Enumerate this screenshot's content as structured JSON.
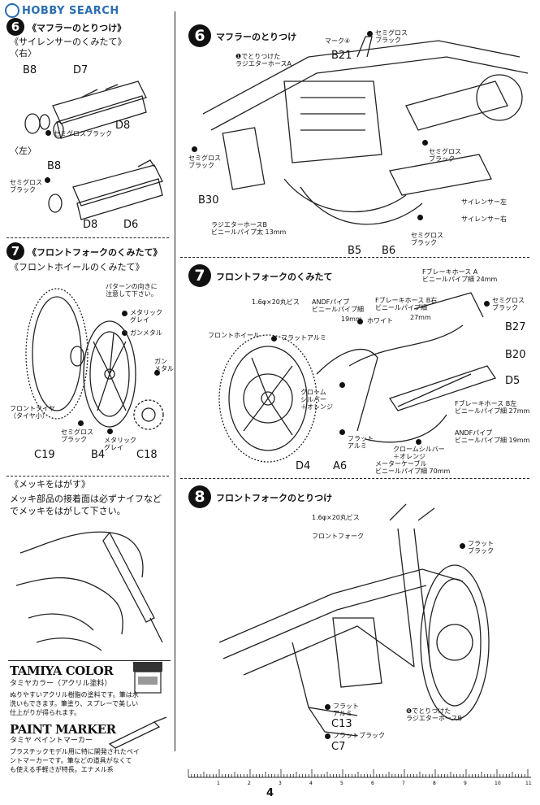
{
  "watermark": {
    "text": "HOBBY SEARCH"
  },
  "page_number": "4",
  "colors": {
    "ink": "#111111",
    "watermark": "#2a6db0",
    "paper": "#ffffff"
  },
  "left": {
    "step6": {
      "num": "6",
      "title": "《マフラーのとりつけ》",
      "subtitle": "《サイレンサーのくみたて》",
      "right_label": "〈右〉",
      "left_label": "〈左〉",
      "parts_right": [
        "B8",
        "D7",
        "D8"
      ],
      "note_right": "セミグロスブラック",
      "parts_left": [
        "B8",
        "D8",
        "D6"
      ],
      "note_left": "セミグロス\nブラック"
    },
    "step7": {
      "num": "7",
      "title": "《フロントフォークのくみたて》",
      "subtitle": "《フロントホイールのくみたて》",
      "pattern_note": "パターンの向きに\n注意して下さい。",
      "metallic_grey": "メタリック\nグレイ",
      "gunmetal": "ガンメタル",
      "gunmetal2": "ガン\nメタル",
      "tire": "フロントタイヤ\n（タイヤ小）",
      "semi_gloss": "セミグロス\nブラック",
      "metallic_grey2": "メタリック\nグレイ",
      "parts": [
        "C19",
        "B4",
        "C18"
      ]
    },
    "plating": {
      "title": "《メッキをはがす》",
      "body": "メッキ部品の接着面は必ずナイフなど\nでメッキをはがして下さい。"
    },
    "tamiya_color": {
      "brand": "TAMIYA COLOR",
      "name": "タミヤカラー（アクリル塗料）",
      "body": "ぬりやすいアクリル樹脂の塗料です。筆は水\n洗いもできます。筆塗り、スプレーで美しい\n仕上がりが得られます。"
    },
    "paint_marker": {
      "brand": "PAINT MARKER",
      "name": "タミヤ ペイントマーカー",
      "body": "プラスチックモデル用に特に開発されたペイ\nントマーカーです。筆などの道具がなくて\nも使える手軽さが特長。エナメル系"
    }
  },
  "right": {
    "step6": {
      "num": "6",
      "title": "マフラーのとりつけ",
      "mark": "マーク④",
      "semi_gloss_top": "セミグロス\nブラック",
      "hose_a": "❶でとりつけた\nラジエターホースA",
      "semi_gloss_left": "セミグロス\nブラック",
      "semi_gloss_mid": "セミグロス\nブラック",
      "silencer_left": "サイレンサー左",
      "silencer_right": "サイレンサー右",
      "semi_gloss_bottom": "セミグロス\nブラック",
      "hose_b": "ラジエターホースB\nビニールパイプ太 13mm",
      "parts": [
        "B21",
        "B30",
        "B5",
        "B6"
      ]
    },
    "step7": {
      "num": "7",
      "title": "フロントフォークのくみたて",
      "brake_hose_a": "Fブレーキホース A\nビニールパイプ細 24mm",
      "semi_gloss": "セミグロス\nブラック",
      "screw": "1.6φ×20丸ビス",
      "andf_pipe": "ANDFパイプ\nビニールパイプ細",
      "andf_len": "19mm",
      "brake_hose_b_right": "Fブレーキホース B右\nビニールパイプ細",
      "brake_b_len": "27mm",
      "white": "ホワイト",
      "flat_aluminum": "フラットアルミ",
      "front_wheel": "フロントホイール",
      "chrome_silver": "クローム\nシルバー\n＋オレンジ",
      "brake_hose_b_left": "Fブレーキホース B左\nビニールパイプ細 27mm",
      "andf_pipe2": "ANDFパイプ\nビニールパイプ細 19mm",
      "flat_aluminum2": "フラット\nアルミ",
      "chrome_silver2": "クロームシルバー\n＋オレンジ",
      "meter_cable": "メーターケーブル\nビニールパイプ細 70mm",
      "parts": [
        "B27",
        "B20",
        "D5",
        "D4",
        "A6"
      ]
    },
    "step8": {
      "num": "8",
      "title": "フロントフォークのとりつけ",
      "screw": "1.6φ×20丸ビス",
      "front_fork": "フロントフォーク",
      "flat_black": "フラット\nブラック",
      "flat_aluminum": "フラット\nアルミ",
      "flat_black2": "フラットブラック",
      "hose_b": "❻でとりつけた\nラジエターホースB",
      "parts": [
        "C13",
        "C7"
      ]
    }
  },
  "ruler": {
    "labels": [
      "1",
      "2",
      "3",
      "4",
      "5",
      "6",
      "7",
      "8",
      "9",
      "10",
      "11"
    ]
  }
}
